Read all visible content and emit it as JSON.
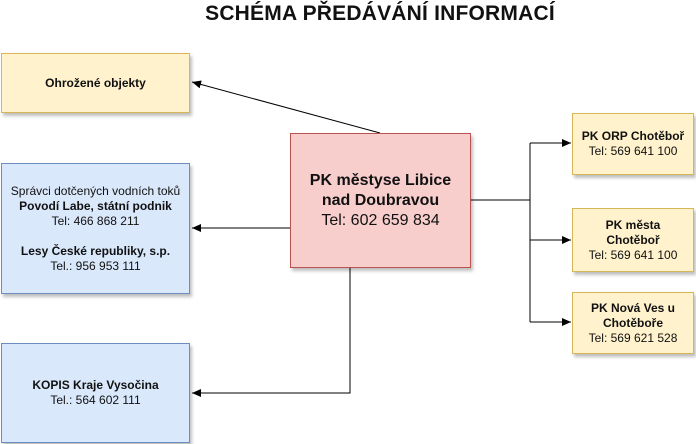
{
  "title": "SCHÉMA PŘEDÁVÁNÍ INFORMACÍ",
  "center": {
    "name_line1": "PK městyse Libice",
    "name_line2": "nad Doubravou",
    "phone": "Tel: 602 659 834"
  },
  "threatened": {
    "label": "Ohrožené objekty"
  },
  "water": {
    "heading": "Správci dotčených vodních toků",
    "org1": "Povodí Labe, státní podnik",
    "org1_phone": "Tel: 466 868 211",
    "org2": "Lesy České republiky, s.p.",
    "org2_phone": "Tel.: 956 953 111"
  },
  "kopis": {
    "name": "KOPIS Kraje Vysočina",
    "phone": "Tel.: 564 602 111"
  },
  "orp": {
    "name": "PK ORP Chotěboř",
    "phone": "Tel: 569 641 100"
  },
  "city": {
    "name_line1": "PK města",
    "name_line2": "Chotěboř",
    "phone": "Tel: 569 641 100"
  },
  "novaves": {
    "name_line1": "PK Nová Ves u",
    "name_line2": "Chotěboře",
    "phone": "Tel: 569 621 528"
  },
  "colors": {
    "yellow_fill": "#fff2cc",
    "blue_fill": "#dae8fc",
    "red_fill": "#f8cecc"
  }
}
